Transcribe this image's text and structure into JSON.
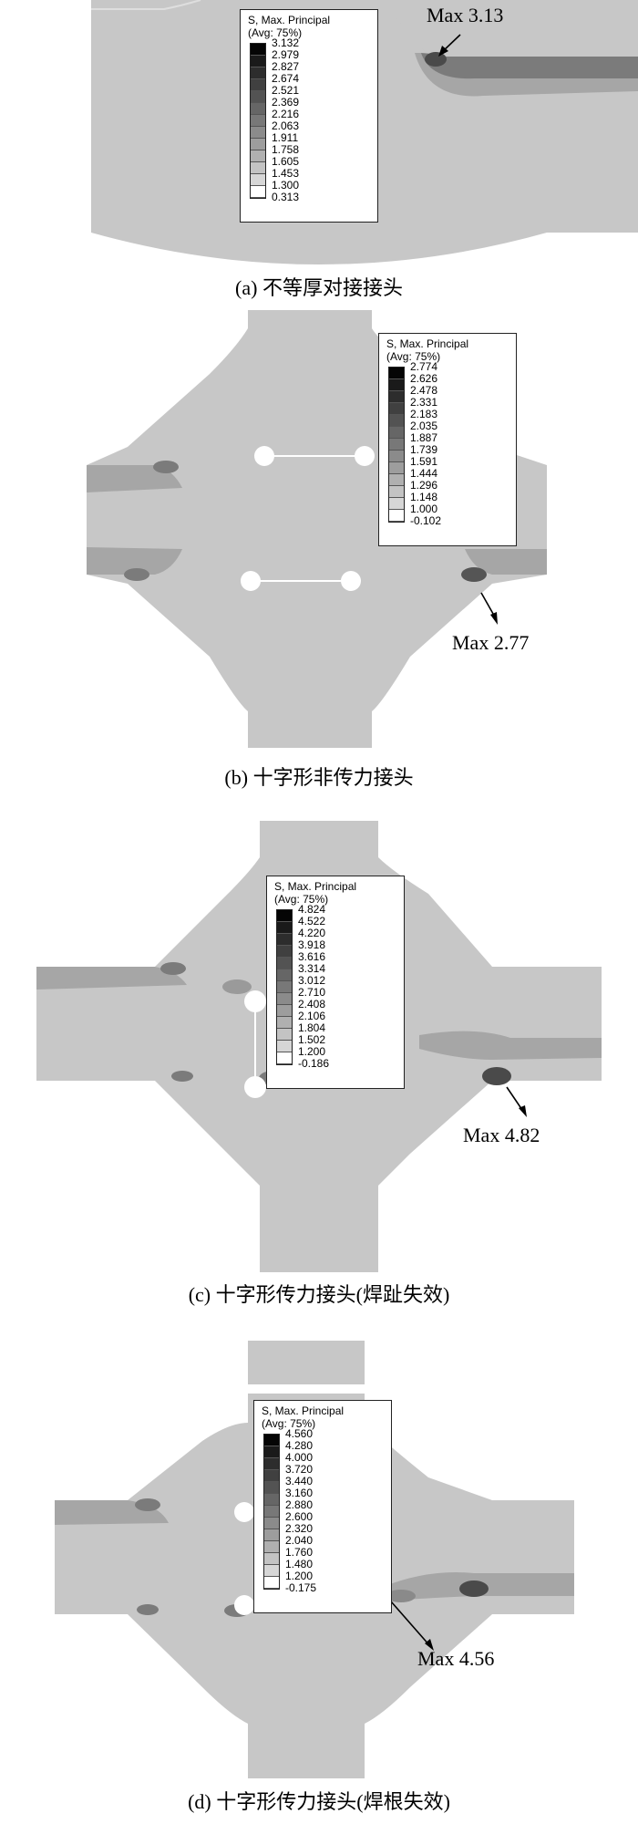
{
  "legend_colors": [
    "#050505",
    "#1a1a1a",
    "#2d2d2d",
    "#404040",
    "#535353",
    "#666666",
    "#787878",
    "#8b8b8b",
    "#9d9d9d",
    "#b0b0b0",
    "#c3c3c3",
    "#d6d6d6",
    "#ffffff"
  ],
  "colors": {
    "model": "#c7c7c7",
    "hotspot_mid": "#a6a6a6",
    "hotspot_dark": "#6a6a6a"
  },
  "panels": [
    {
      "caption": "(a) 不等厚对接接头",
      "legend_title": "S, Max. Principal",
      "legend_avg": "(Avg: 75%)",
      "legend_values": [
        "3.132",
        "2.979",
        "2.827",
        "2.674",
        "2.521",
        "2.369",
        "2.216",
        "2.063",
        "1.911",
        "1.758",
        "1.605",
        "1.453",
        "1.300",
        "0.313"
      ],
      "max_label": "Max 3.13"
    },
    {
      "caption": "(b) 十字形非传力接头",
      "legend_title": "S, Max. Principal",
      "legend_avg": "(Avg: 75%)",
      "legend_values": [
        "2.774",
        "2.626",
        "2.478",
        "2.331",
        "2.183",
        "2.035",
        "1.887",
        "1.739",
        "1.591",
        "1.444",
        "1.296",
        "1.148",
        "1.000",
        "-0.102"
      ],
      "max_label": "Max 2.77"
    },
    {
      "caption": "(c) 十字形传力接头(焊趾失效)",
      "legend_title": "S, Max. Principal",
      "legend_avg": "(Avg: 75%)",
      "legend_values": [
        "4.824",
        "4.522",
        "4.220",
        "3.918",
        "3.616",
        "3.314",
        "3.012",
        "2.710",
        "2.408",
        "2.106",
        "1.804",
        "1.502",
        "1.200",
        "-0.186"
      ],
      "max_label": "Max 4.82"
    },
    {
      "caption": "(d) 十字形传力接头(焊根失效)",
      "legend_title": "S, Max. Principal",
      "legend_avg": "(Avg: 75%)",
      "legend_values": [
        "4.560",
        "4.280",
        "4.000",
        "3.720",
        "3.440",
        "3.160",
        "2.880",
        "2.600",
        "2.320",
        "2.040",
        "1.760",
        "1.480",
        "1.200",
        "-0.175"
      ],
      "max_label": "Max 4.56"
    }
  ]
}
